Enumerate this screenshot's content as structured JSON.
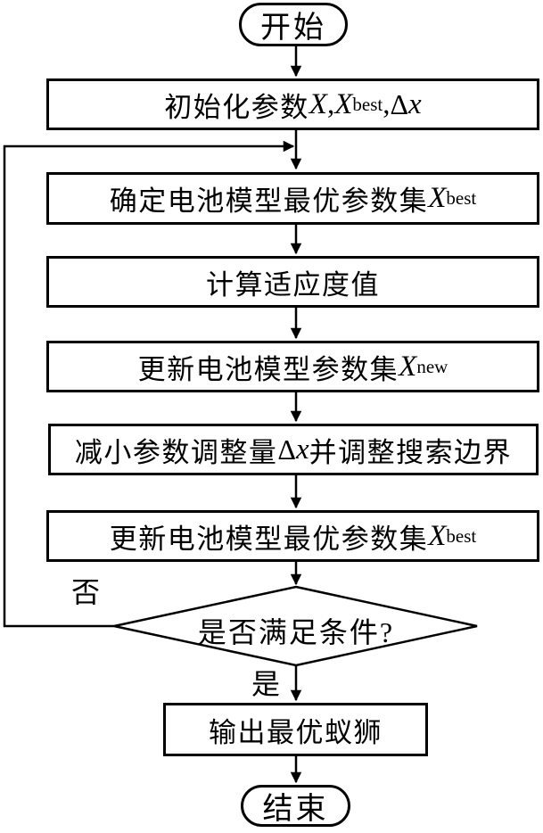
{
  "colors": {
    "ink": "#000000",
    "paper": "#ffffff"
  },
  "nodes": {
    "start": {
      "label": "开始"
    },
    "init": {
      "text": "初始化参数",
      "var1": "X",
      "comma1": ",",
      "var2": "X",
      "sub2": "best",
      "comma2": ",",
      "delta": "Δ",
      "var3": "x"
    },
    "determine_best": {
      "text": "确定电池模型最优参数集",
      "var": "X",
      "sub": "best"
    },
    "fitness": {
      "text": "计算适应度值"
    },
    "update_new": {
      "text": "更新电池模型参数集",
      "var": "X",
      "sub": "new"
    },
    "reduce_delta": {
      "text_before": "减小参数调整量",
      "delta": "Δ",
      "var": "x",
      "text_after": "并调整搜索边界"
    },
    "update_best": {
      "text": "更新电池模型最优参数集",
      "var": "X",
      "sub": "best"
    },
    "decision": {
      "text": "是否满足条件?"
    },
    "output": {
      "text": "输出最优蚁狮"
    },
    "end": {
      "label": "结束"
    }
  },
  "edges": {
    "no": "否",
    "yes": "是"
  }
}
